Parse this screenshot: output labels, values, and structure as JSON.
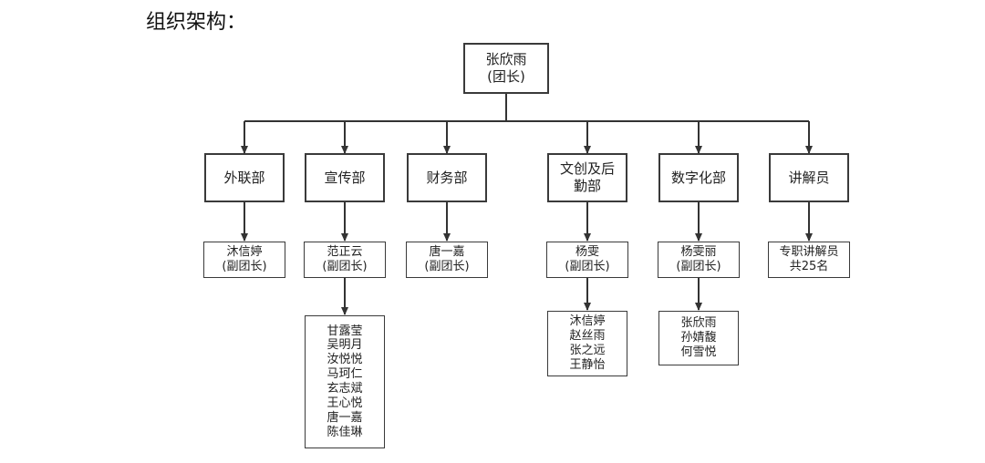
{
  "title": "组织架构：",
  "root": {
    "name": "张欣雨",
    "role": "(团长)"
  },
  "departments": [
    {
      "name_lines": [
        "外联部"
      ],
      "head": {
        "name": "沐信婷",
        "role": "(副团长)"
      },
      "members": []
    },
    {
      "name_lines": [
        "宣传部"
      ],
      "head": {
        "name": "范正云",
        "role": "(副团长)"
      },
      "members": [
        "甘露莹",
        "吴明月",
        "汝悦悦",
        "马珂仁",
        "玄志斌",
        "王心悦",
        "唐一嘉",
        "陈佳琳"
      ]
    },
    {
      "name_lines": [
        "财务部"
      ],
      "head": {
        "name": "唐一嘉",
        "role": "(副团长)"
      },
      "members": []
    },
    {
      "name_lines": [
        "文创及后",
        "勤部"
      ],
      "head": {
        "name": "杨雯",
        "role": "(副团长)"
      },
      "members": [
        "沐信婷",
        "赵丝雨",
        "张之远",
        "王静怡"
      ]
    },
    {
      "name_lines": [
        "数字化部"
      ],
      "head": {
        "name": "杨雯丽",
        "role": "(副团长)"
      },
      "members": [
        "张欣雨",
        "孙婧馥",
        "何雪悦"
      ]
    },
    {
      "name_lines": [
        "讲解员"
      ],
      "head": {
        "name": "专职讲解员",
        "role": "共25名"
      },
      "members": []
    }
  ]
}
